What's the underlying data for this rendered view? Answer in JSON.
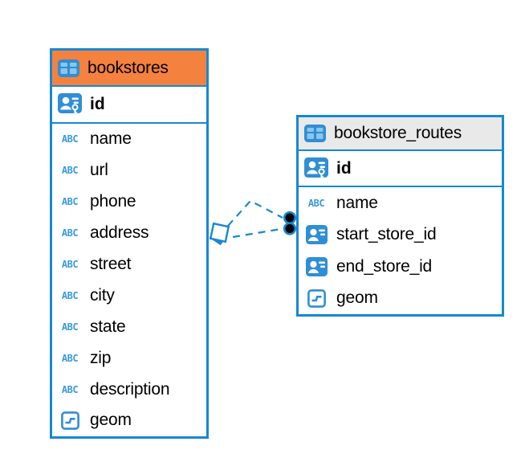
{
  "diagram": {
    "colors": {
      "accent_blue": "#1688D3",
      "icon_blue": "#2E8FD4",
      "selected_header_orange": "#F5813E",
      "header_gray": "#E9E9E9"
    },
    "icons": {
      "text_type_glyph": "ABC"
    },
    "tables": [
      {
        "name": "bookstores",
        "primary_key": "id",
        "columns": [
          {
            "name": "name",
            "type": "text"
          },
          {
            "name": "url",
            "type": "text"
          },
          {
            "name": "phone",
            "type": "text"
          },
          {
            "name": "address",
            "type": "text"
          },
          {
            "name": "street",
            "type": "text"
          },
          {
            "name": "city",
            "type": "text"
          },
          {
            "name": "state",
            "type": "text"
          },
          {
            "name": "zip",
            "type": "text"
          },
          {
            "name": "description",
            "type": "text"
          },
          {
            "name": "geom",
            "type": "geometry"
          }
        ]
      },
      {
        "name": "bookstore_routes",
        "primary_key": "id",
        "columns": [
          {
            "name": "name",
            "type": "text"
          },
          {
            "name": "start_store_id",
            "type": "fk"
          },
          {
            "name": "end_store_id",
            "type": "fk"
          },
          {
            "name": "geom",
            "type": "geometry"
          }
        ]
      }
    ],
    "relationship": {
      "from_table": "bookstore_routes",
      "to_table": "bookstores",
      "line_style": "dashed",
      "endpoint_count": 2
    }
  }
}
